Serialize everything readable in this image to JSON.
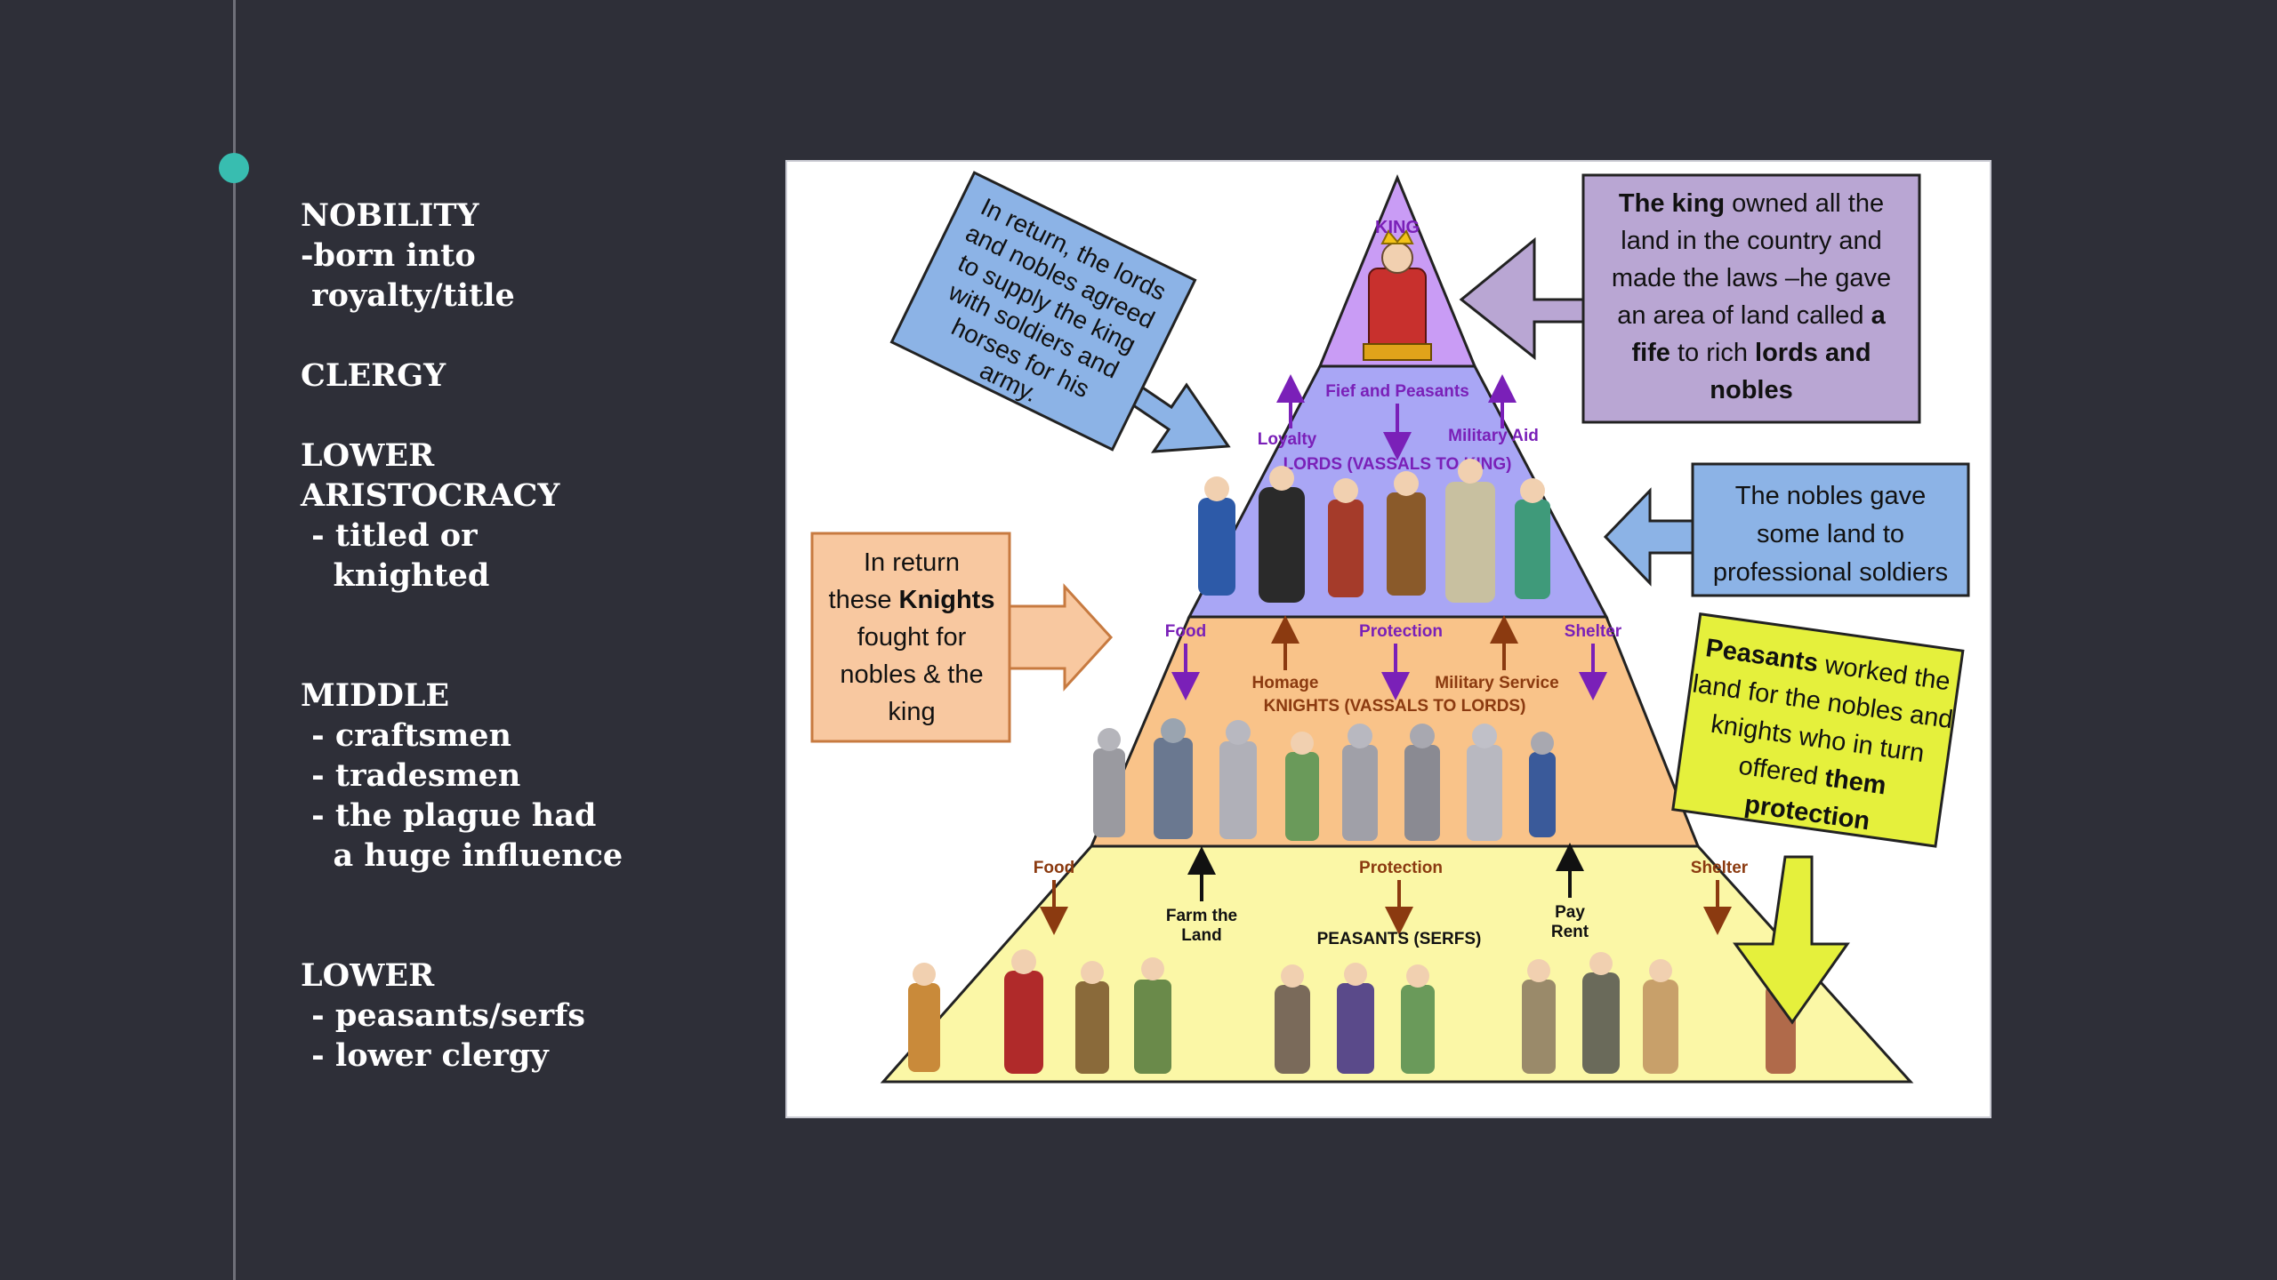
{
  "notes": [
    "NOBILITY",
    "-born into",
    " royalty/title",
    "",
    "CLERGY",
    "",
    "LOWER",
    "ARISTOCRACY",
    " - titled or",
    "   knighted",
    "",
    "",
    "MIDDLE",
    " - craftsmen",
    " - tradesmen",
    " - the plague had",
    "   a huge influence",
    "",
    "",
    "LOWER",
    " - peasants/serfs",
    " - lower clergy"
  ],
  "diagram": {
    "king": {
      "label": "KING"
    },
    "lords": {
      "fief": "Fief and Peasants",
      "loyalty": "Loyalty",
      "military_aid": "Military Aid",
      "label": "LORDS (VASSALS TO KING)"
    },
    "knights": {
      "food": "Food",
      "protection": "Protection",
      "shelter": "Shelter",
      "homage": "Homage",
      "military_service": "Military Service",
      "label": "KNIGHTS (VASSALS TO LORDS)"
    },
    "peasants": {
      "food": "Food",
      "protection": "Protection",
      "shelter": "Shelter",
      "farm_line1": "Farm the",
      "farm_line2": "Land",
      "pay_line1": "Pay",
      "pay_line2": "Rent",
      "label": "PEASANTS (SERFS)"
    },
    "callouts": {
      "lords_return": [
        "In return, the lords",
        "and nobles agreed",
        "to supply the king",
        "with soldiers and",
        "horses for his",
        "army."
      ],
      "king_owned": {
        "l1_bold": "The king",
        "l1_rest": " owned all the",
        "l2": "land in the country and",
        "l3": "made the laws –he gave",
        "l4_rest": "an area of land called ",
        "l4_bold": "a",
        "l5_bold": "fife",
        "l5_rest": " to rich ",
        "l5_bold2": "lords and",
        "l6_bold": "nobles"
      },
      "nobles_gave": [
        "The nobles gave",
        "some land to",
        "professional soldiers"
      ],
      "knights_return": {
        "l1": "In return",
        "l2_rest": "these ",
        "l2_bold": "Knights",
        "l3": "fought for",
        "l4": "nobles & the",
        "l5": "king"
      },
      "peasants_worked": {
        "l1_bold": "Peasants",
        "l1_rest": " worked the",
        "l2": "land for the nobles and",
        "l3": "knights who in turn",
        "l4_rest": "offered ",
        "l4_bold": "them",
        "l5_bold": "protection"
      }
    }
  },
  "colors": {
    "background": "#2e2f38",
    "accent_dot": "#38bdb0",
    "king_tier": "#c99cf5",
    "lords_tier": "#a9a6f5",
    "knights_tier": "#f9c389",
    "peasants_tier": "#fbf7a6",
    "blue_callout": "#8cb3e6",
    "purple_callout": "#b9a6d3",
    "orange_callout": "#f8c8a0",
    "yellow_callout": "#e5f03c"
  }
}
